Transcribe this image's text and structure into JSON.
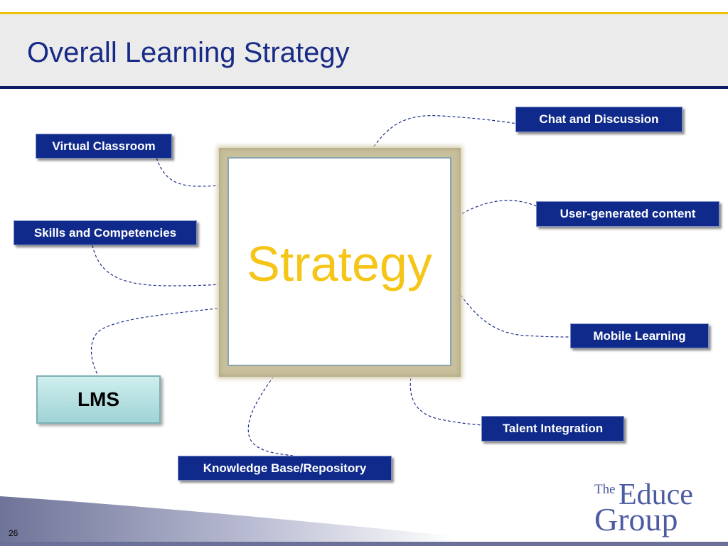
{
  "slide": {
    "title": "Overall Learning Strategy",
    "number": "26"
  },
  "diagram": {
    "center_label": "Strategy",
    "nodes": {
      "chat": "Chat and Discussion",
      "virtual_classroom": "Virtual Classroom",
      "user_generated": "User-generated content",
      "skills": "Skills and Competencies",
      "mobile": "Mobile Learning",
      "lms": "LMS",
      "talent": "Talent Integration",
      "knowledge": "Knowledge Base/Repository"
    }
  },
  "logo": {
    "the": "The",
    "educe": "Educe",
    "group": "Group"
  },
  "colors": {
    "title": "#172a86",
    "node_fill": "#0f2a8a",
    "center_text": "#f5c518",
    "accent_line": "#f2c200",
    "lms_fill": "#b8e3e4"
  }
}
